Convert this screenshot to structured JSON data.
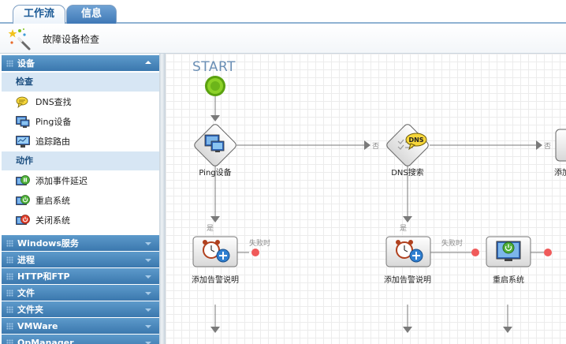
{
  "tabs": [
    {
      "label": "工作流",
      "active": true
    },
    {
      "label": "信息",
      "active": false
    }
  ],
  "page": {
    "title": "故障设备检查",
    "icon": "magic-wand-icon"
  },
  "sidebar": {
    "device_section": "设备",
    "check_group": "检查",
    "check_items": [
      {
        "label": "DNS查找",
        "icon": "dns-bubble-icon"
      },
      {
        "label": "Ping设备",
        "icon": "ping-monitor-icon"
      },
      {
        "label": "追踪路由",
        "icon": "traceroute-monitor-icon"
      }
    ],
    "action_group": "动作",
    "action_items": [
      {
        "label": "添加事件延迟",
        "icon": "pause-green-icon"
      },
      {
        "label": "重启系统",
        "icon": "restart-monitor-icon"
      },
      {
        "label": "关闭系统",
        "icon": "shutdown-monitor-icon"
      }
    ],
    "collapsed_sections": [
      "Windows服务",
      "进程",
      "HTTP和FTP",
      "文件",
      "文件夹",
      "VMWare",
      "OpManager"
    ]
  },
  "workflow": {
    "start_label": "START",
    "nodes": {
      "ping": "Ping设备",
      "dns": "DNS搜索",
      "next_partial": "添加",
      "alarm1": "添加告警说明",
      "alarm2": "添加告警说明",
      "restart": "重启系统"
    },
    "edges": {
      "no1": "否",
      "no2": "否",
      "yes1": "是",
      "yes2": "是",
      "fail1": "失败时",
      "fail2": "失败时"
    },
    "colors": {
      "start": "#7fc21b",
      "fail_dot": "#f05a5a",
      "accent": "#3b78ae"
    }
  }
}
